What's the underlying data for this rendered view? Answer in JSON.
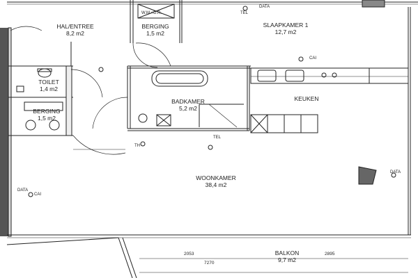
{
  "rooms": [
    {
      "id": "hal",
      "name": "HAL/ENTREE",
      "area": "8,2 m2"
    },
    {
      "id": "berging1",
      "name": "BERGING",
      "area": "1,5 m2"
    },
    {
      "id": "slaapkamer",
      "name": "SLAAPKAMER 1",
      "area": "12,7 m2"
    },
    {
      "id": "toilet",
      "name": "TOILET",
      "area": "1,4 m2"
    },
    {
      "id": "badkamer",
      "name": "BADKAMER",
      "area": "5,2 m2"
    },
    {
      "id": "keuken",
      "name": "KEUKEN",
      "area": ""
    },
    {
      "id": "berging2",
      "name": "BERGING",
      "area": "1,5 m2"
    },
    {
      "id": "woonkamer",
      "name": "WOONKAMER",
      "area": "38,4 m2"
    },
    {
      "id": "balkon",
      "name": "BALKON",
      "area": "9,7 m2"
    }
  ],
  "symbols": {
    "data": "DATA",
    "tel": "TEL",
    "cai": "CAI",
    "th": "TH",
    "wm_dr": "W.M.+D.R."
  },
  "dimensions": {
    "left": "2053",
    "right": "2895",
    "total": "7270"
  }
}
